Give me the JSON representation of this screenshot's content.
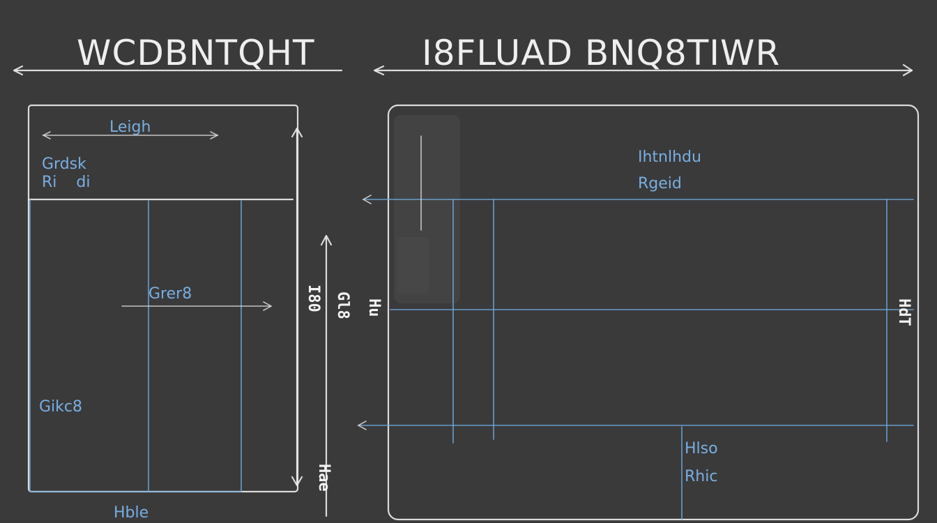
{
  "titles": {
    "left": "WCDBNTQHT",
    "right": "I8FLUAD BNQ8TIWR"
  },
  "left_panel": {
    "length_label": "Leigh",
    "top_label_1": "Grdsk",
    "top_label_2": "Ri    di",
    "mid_label": "Grer8",
    "low_label": "Gikc8",
    "bottom_label": "Hble"
  },
  "center": {
    "vlabel_1": "I80",
    "vlabel_2": "Gl8",
    "vlabel_3": "Hu",
    "bottom_vlabel": "Hae"
  },
  "right_panel": {
    "top_label_1": "Ihtnlhdu",
    "top_label_2": "Rgeid",
    "right_vlabel": "HdT",
    "bottom_label_1": "Hlso",
    "bottom_label_2": "Rhic"
  }
}
